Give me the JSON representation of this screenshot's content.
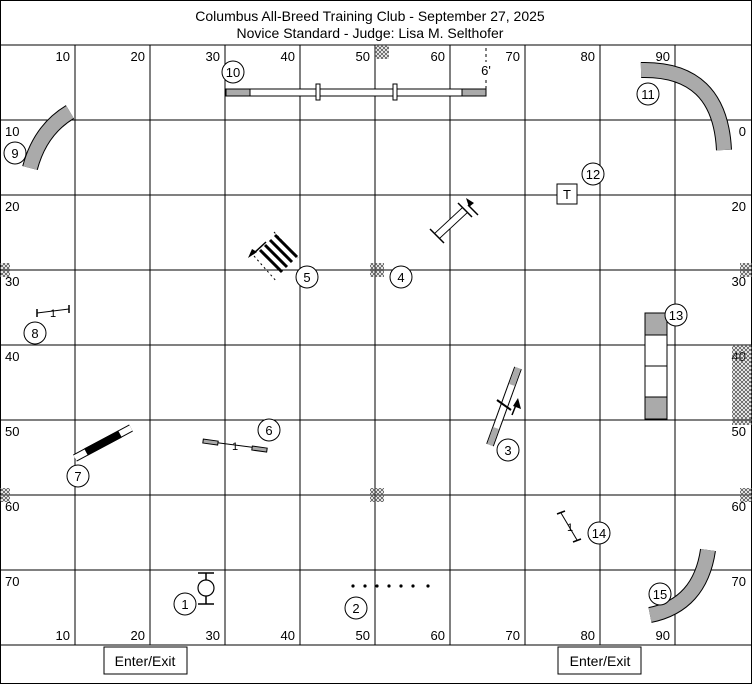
{
  "header": {
    "title": "Columbus All-Breed Training Club - September 27, 2025",
    "subtitle": "Novice Standard - Judge: Lisa M. Selthofer"
  },
  "ruler": {
    "top": [
      "10",
      "20",
      "30",
      "40",
      "50",
      "60",
      "70",
      "80",
      "90"
    ],
    "bottom": [
      "10",
      "20",
      "30",
      "40",
      "50",
      "60",
      "70",
      "80",
      "90"
    ],
    "left": [
      "10",
      "20",
      "30",
      "40",
      "50",
      "60",
      "70"
    ],
    "right": [
      "0",
      "20",
      "30",
      "40",
      "50",
      "60",
      "70"
    ]
  },
  "gates": {
    "left_label": "Enter/Exit",
    "right_label": "Enter/Exit"
  },
  "obstacles": {
    "n1": "1",
    "n2": "2",
    "n3": "3",
    "n4": "4",
    "n5": "5",
    "n6": "6",
    "n7": "7",
    "n8": "8",
    "n9": "9",
    "n10": "10",
    "n11": "11",
    "n12": "12",
    "n13": "13",
    "n14": "14",
    "n15": "15",
    "jump8_label": "1",
    "jump6_label": "1",
    "jump14_label": "1",
    "table_label": "T",
    "dogwalk_height": "6'"
  }
}
